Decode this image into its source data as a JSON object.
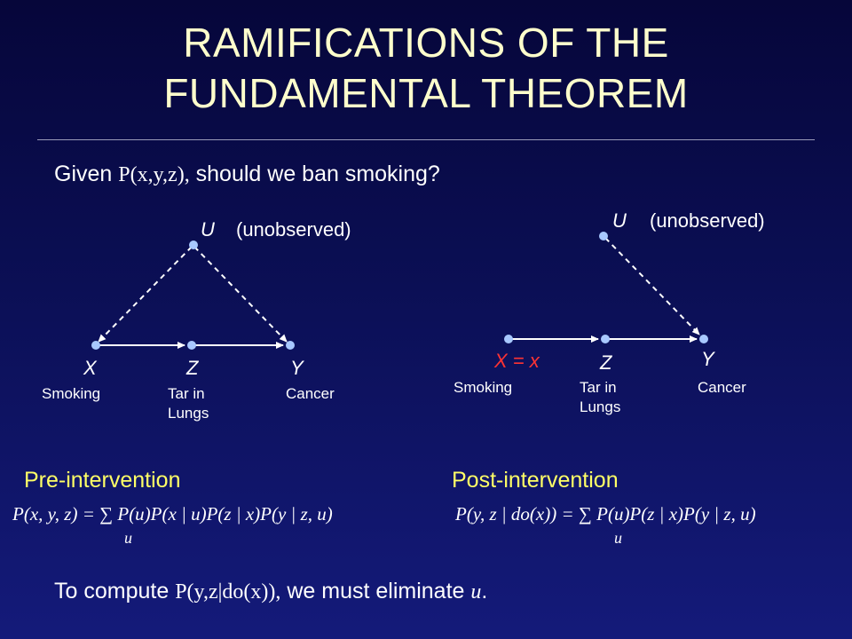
{
  "title": {
    "line1": "RAMIFICATIONS OF THE",
    "line2": "FUNDAMENTAL THEOREM"
  },
  "question": {
    "prefix": "Given ",
    "math": "P(x,y,z),",
    "suffix": " should we ban smoking?"
  },
  "left_diagram": {
    "u_var": "U",
    "u_note": "(unobserved)",
    "x_var": "X",
    "z_var": "Z",
    "y_var": "Y",
    "x_desc": "Smoking",
    "z_desc_1": "Tar in",
    "z_desc_2": "Lungs",
    "y_desc": "Cancer"
  },
  "right_diagram": {
    "u_var": "U",
    "u_note": "(unobserved)",
    "x_var": "X = x",
    "z_var": "Z",
    "y_var": "Y",
    "x_desc": "Smoking",
    "z_desc_1": "Tar in",
    "z_desc_2": "Lungs",
    "y_desc": "Cancer"
  },
  "pre": {
    "heading": "Pre-intervention",
    "formula": "P(x, y, z) = ∑ P(u)P(x | u)P(z | x)P(y | z, u)",
    "subscript": "u"
  },
  "post": {
    "heading": "Post-intervention",
    "formula": "P(y, z | do(x)) = ∑ P(u)P(z | x)P(y | z, u)",
    "subscript": "u"
  },
  "conclusion": {
    "prefix": "To compute ",
    "math": "P(y,z|do(x)),",
    "middle": " we must eliminate ",
    "var": "u",
    "end": "."
  },
  "colors": {
    "title": "#ffffcc",
    "heading": "#ffff66",
    "text": "#ffffff",
    "intervention": "#ff3333",
    "node": "#a8c8ff",
    "background": "#0b0f55"
  }
}
